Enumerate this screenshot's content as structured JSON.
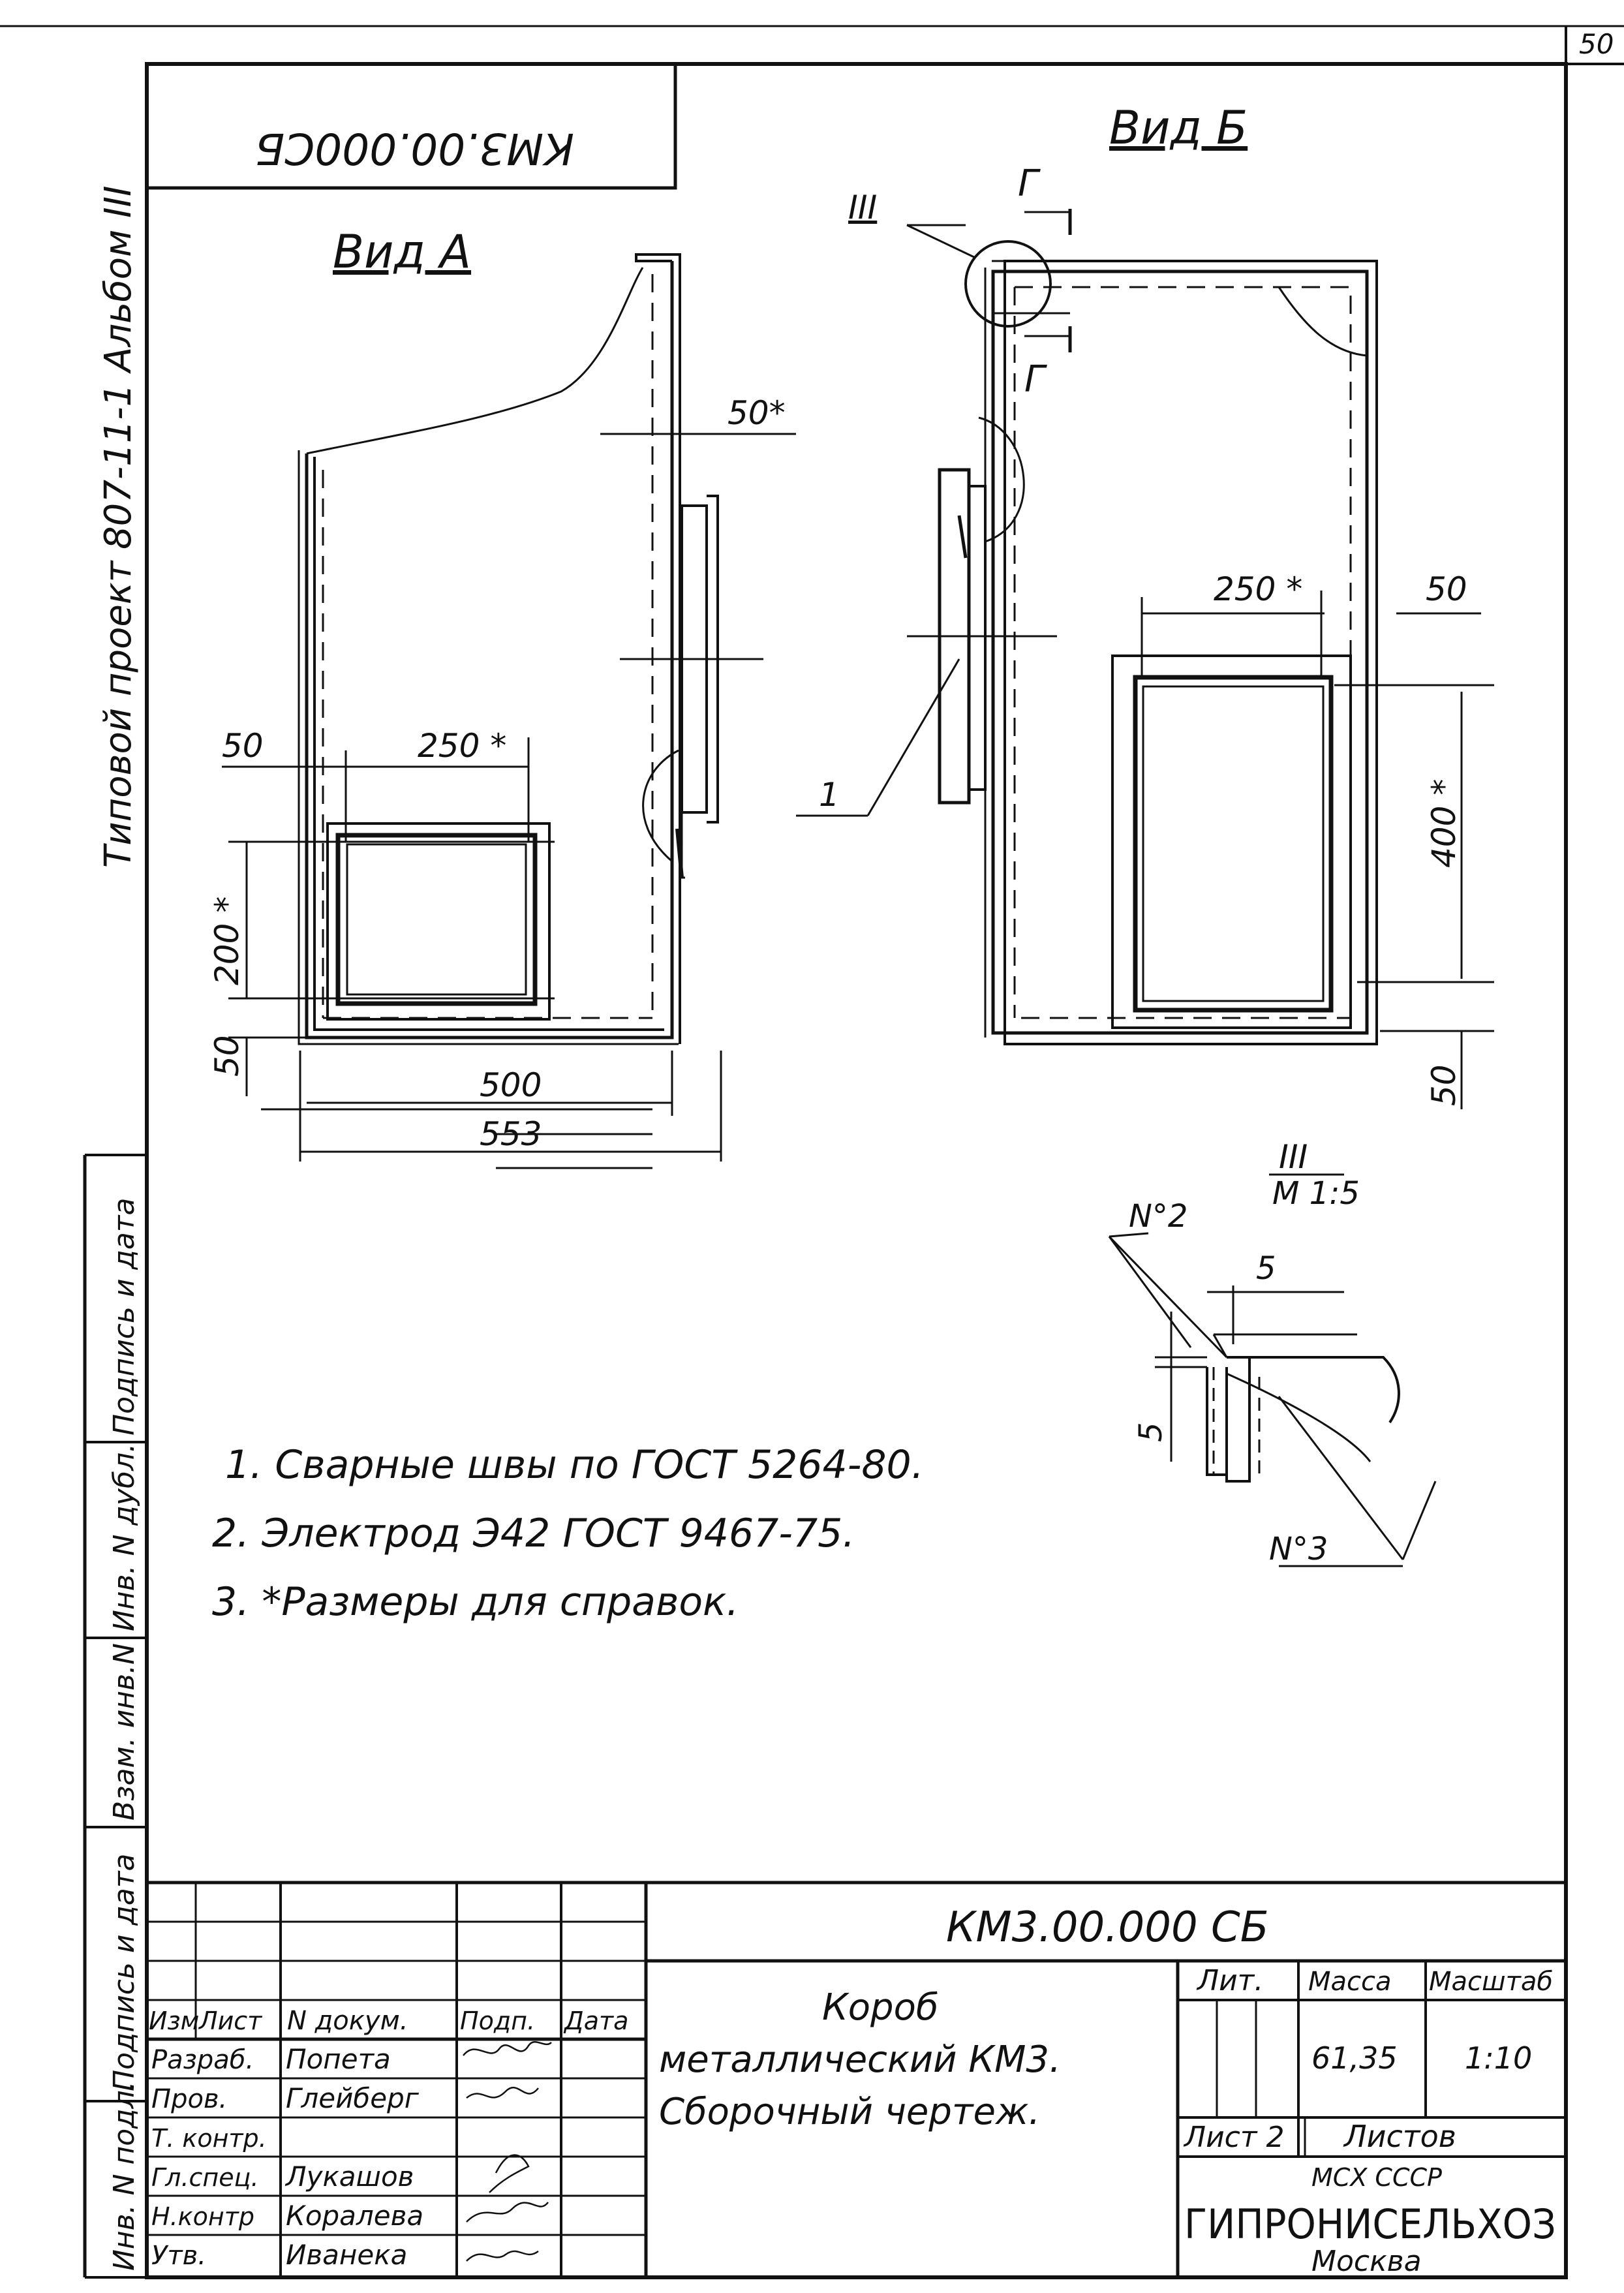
{
  "page_number": "50",
  "album_label": "Типовой проект 807-11-1 Альбом III",
  "doc_code_rotated": "КМ3.00.000СБ",
  "view_a": {
    "title": "Вид А",
    "dim_50_top": "50*",
    "dim_50_left": "50",
    "dim_250": "250 *",
    "dim_200": "200 *",
    "dim_50_bottom": "50",
    "dim_500": "500",
    "dim_553": "553"
  },
  "view_b": {
    "title": "Вид Б",
    "node_ref": "III",
    "section_top": "Г",
    "section_bottom": "Г",
    "dim_250": "250 *",
    "dim_50_top": "50",
    "dim_400": "400 *",
    "dim_50_bottom": "50",
    "leader_1": "1"
  },
  "detail": {
    "title": "III",
    "scale": "М 1:5",
    "weld_2": "N°2",
    "weld_3": "N°3",
    "dim_5_h": "5",
    "dim_5_v": "5"
  },
  "notes": [
    "1. Сварные швы по ГОСТ 5264-80.",
    "2. Электрод Э42 ГОСТ 9467-75.",
    "3. *Размеры для справок."
  ],
  "side_stamp": {
    "cells": [
      "Инв. N подл.",
      "Подпись и дата",
      "Взам. инв.N",
      "Инв. N дубл.",
      "Подпись и дата"
    ]
  },
  "title_block": {
    "doc_code": "КМ3.00.000 СБ",
    "name_lines": [
      "Короб",
      "металлический КМ3.",
      "Сборочный чертеж."
    ],
    "header_cols": [
      "Изм",
      "Лист",
      "N докум.",
      "Подп.",
      "Дата"
    ],
    "roles": [
      {
        "role": "Разраб.",
        "name": "Попета"
      },
      {
        "role": "Пров.",
        "name": "Глейберг"
      },
      {
        "role": "Т. контр.",
        "name": ""
      },
      {
        "role": "Гл.спец.",
        "name": "Лукашов"
      },
      {
        "role": "Н.контр",
        "name": "Коралева"
      },
      {
        "role": "Утв.",
        "name": "Иванека"
      }
    ],
    "lit_label": "Лит.",
    "mass_label": "Масса",
    "scale_label": "Масштаб",
    "mass_value": "61,35",
    "scale_value": "1:10",
    "sheet_label": "Лист 2",
    "sheets_label": "Листов",
    "org_top": "МСХ СССР",
    "org_name": "ГИПРОНИСЕЛЬХОЗ",
    "org_city": "Москва"
  }
}
